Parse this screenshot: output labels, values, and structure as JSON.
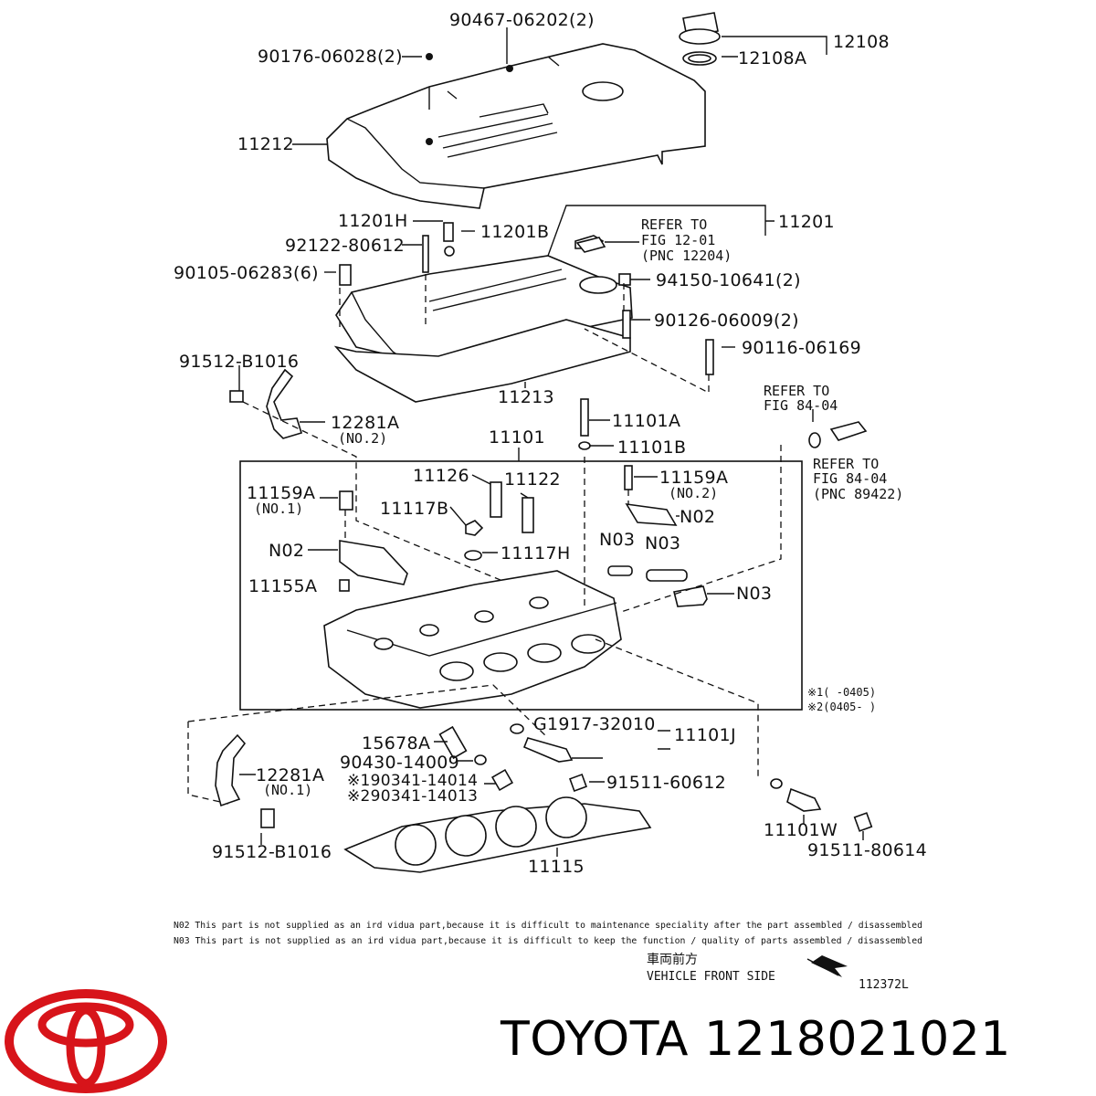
{
  "brand": {
    "name": "TOYOTA",
    "part_number": "1218021021",
    "logo_color": "#d7141a"
  },
  "labels": [
    {
      "id": "l1",
      "text": "90467-06202(2)"
    },
    {
      "id": "l2",
      "text": "90176-06028(2)"
    },
    {
      "id": "l3",
      "text": "12108"
    },
    {
      "id": "l4",
      "text": "12108A"
    },
    {
      "id": "l5",
      "text": "11212"
    },
    {
      "id": "l6",
      "text": "11201H"
    },
    {
      "id": "l7",
      "text": "11201B"
    },
    {
      "id": "l8",
      "text": "11201"
    },
    {
      "id": "l9",
      "text": "92122-80612"
    },
    {
      "id": "l10",
      "text": "90105-06283(6)"
    },
    {
      "id": "l11",
      "text": "94150-10641(2)"
    },
    {
      "id": "l12",
      "text": "90126-06009(2)"
    },
    {
      "id": "l13",
      "text": "90116-06169"
    },
    {
      "id": "l14",
      "text": "91512-B1016"
    },
    {
      "id": "l15",
      "text": "11213"
    },
    {
      "id": "l16",
      "text": "12281A"
    },
    {
      "id": "l17",
      "text": "(NO.2)"
    },
    {
      "id": "l18",
      "text": "11101A"
    },
    {
      "id": "l19",
      "text": "11101"
    },
    {
      "id": "l20",
      "text": "11101B"
    },
    {
      "id": "l21",
      "text": "11126"
    },
    {
      "id": "l22",
      "text": "11122"
    },
    {
      "id": "l23",
      "text": "11159A"
    },
    {
      "id": "l24",
      "text": "(NO.1)"
    },
    {
      "id": "l25",
      "text": "11159A"
    },
    {
      "id": "l26",
      "text": "(NO.2)"
    },
    {
      "id": "l27",
      "text": "11117B"
    },
    {
      "id": "l28",
      "text": "N02"
    },
    {
      "id": "l29",
      "text": "N02"
    },
    {
      "id": "l30",
      "text": "11117H"
    },
    {
      "id": "l31",
      "text": "N03"
    },
    {
      "id": "l32",
      "text": "N03"
    },
    {
      "id": "l33",
      "text": "11155A"
    },
    {
      "id": "l34",
      "text": "N03"
    },
    {
      "id": "l35",
      "text": "15678A"
    },
    {
      "id": "l36",
      "text": "G1917-32010"
    },
    {
      "id": "l37",
      "text": "11101J"
    },
    {
      "id": "l38",
      "text": "90430-14009"
    },
    {
      "id": "l39",
      "text": "※190341-14014"
    },
    {
      "id": "l40",
      "text": "※290341-14013"
    },
    {
      "id": "l41",
      "text": "91511-60612"
    },
    {
      "id": "l42",
      "text": "12281A"
    },
    {
      "id": "l43",
      "text": "(NO.1)"
    },
    {
      "id": "l44",
      "text": "91512-B1016"
    },
    {
      "id": "l45",
      "text": "11115"
    },
    {
      "id": "l46",
      "text": "11101W"
    },
    {
      "id": "l47",
      "text": "91511-80614"
    }
  ],
  "refs": [
    {
      "lines": [
        "REFER TO",
        "FIG 12-01",
        "(PNC 12204)"
      ]
    },
    {
      "lines": [
        "REFER TO",
        "FIG 84-04"
      ]
    },
    {
      "lines": [
        "REFER TO",
        "FIG 84-04",
        "(PNC 89422)"
      ]
    }
  ],
  "date_codes": [
    "※1(   -0405)",
    "※2(0405-   )"
  ],
  "notes": [
    "N02 This part is not supplied as an ird vidua  part,because it is difficult to maintenance speciality after the part assembled / disassembled",
    "N03 This part is not supplied as an ird vidua  part,because it is difficult to keep the function / quality of parts assembled / disassembled"
  ],
  "front_side": {
    "jp": "車両前方",
    "en": "VEHICLE FRONT SIDE"
  },
  "figure_code": "112372L"
}
